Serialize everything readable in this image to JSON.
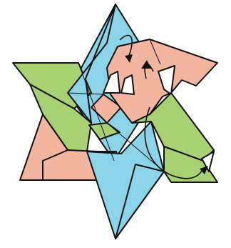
{
  "diagram": {
    "subject": "origami-star-of-david-folding-step",
    "colors": {
      "blue": "#8bd4e8",
      "green": "#a8d174",
      "pink": "#f2b5a0",
      "white": "#ffffff",
      "outline": "#111111",
      "background": "#ffffff"
    },
    "arrows": [
      {
        "name": "fold-down-arrow",
        "kind": "valley-fold-arrow"
      },
      {
        "name": "fold-under-arrow",
        "kind": "tuck-arrow"
      },
      {
        "name": "swing-over-arrow",
        "kind": "curved-fold-arrow"
      }
    ]
  }
}
